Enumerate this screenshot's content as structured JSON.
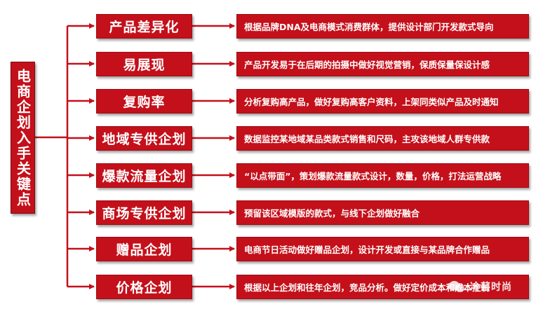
{
  "root_label": "电商企划入手关键点",
  "items": [
    {
      "category": "产品差异化",
      "description": "根据品牌DNA及电商模式消费群体，提供设计部门开发款式导向"
    },
    {
      "category": "易展现",
      "description": "产品开发易于在后期的拍摄中做好视觉营销，保质保量保设计感"
    },
    {
      "category": "复购率",
      "description": "分析复购高产品，做好复购高客户资料，上架同类似产品及时通知"
    },
    {
      "category": "地域专供企划",
      "description": "数据监控某地域某品类款式销售和尺码，主攻该地域人群专供款"
    },
    {
      "category": "爆款流量企划",
      "description": "“以点带面”，策划爆款流量款式设计，数量，价格，打法运营战略"
    },
    {
      "category": "商场专供企划",
      "description": "预留该区域模版的款式，与线下企划做好融合"
    },
    {
      "category": "赠品企划",
      "description": "电商节日活动做好赠品企划，设计开发或直接与某品牌合作赠品"
    },
    {
      "category": "价格企划",
      "description": "根据以上企划和往年企划，竞品分析。做好定价成本和成本控制"
    }
  ],
  "watermark": "冷芸时尚",
  "colors": {
    "box": "#c4101a",
    "line": "#c4101a",
    "text": "#ffffff"
  }
}
